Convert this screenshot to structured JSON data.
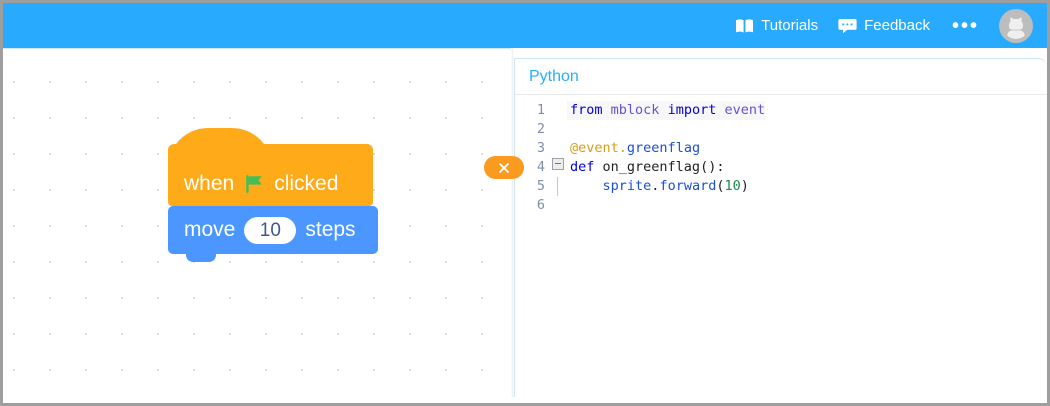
{
  "header": {
    "tutorials": {
      "label": "Tutorials",
      "icon": "book-icon"
    },
    "feedback": {
      "label": "Feedback",
      "icon": "speech-bubble-icon"
    },
    "more": {
      "label": "•••",
      "icon": "more-dots-icon"
    },
    "avatar": {
      "icon": "user-avatar-icon"
    },
    "background_color": "#28aaff"
  },
  "workspace": {
    "blocks": [
      {
        "id": "when-green-flag-clicked",
        "type": "hat",
        "color": "#ffab19",
        "text_before": "when",
        "icon": "green-flag-icon",
        "text_after": "clicked"
      },
      {
        "id": "move-steps",
        "type": "stack",
        "color": "#4c97ff",
        "text_before": "move",
        "input_value": "10",
        "text_after": "steps"
      }
    ],
    "close_button": {
      "icon": "close-x-icon",
      "color": "#fa9b20"
    }
  },
  "code_panel": {
    "title": "Python",
    "title_color": "#29aeff",
    "lines": [
      {
        "n": "1",
        "tokens": [
          {
            "t": "from",
            "c": "kw"
          },
          {
            "t": " ",
            "c": "pun"
          },
          {
            "t": "mblock",
            "c": "mod"
          },
          {
            "t": " ",
            "c": "pun"
          },
          {
            "t": "import",
            "c": "kw"
          },
          {
            "t": " ",
            "c": "pun"
          },
          {
            "t": "event",
            "c": "mod"
          }
        ],
        "highlight": true,
        "fold": false,
        "indent_guide": false
      },
      {
        "n": "2",
        "tokens": [],
        "highlight": false,
        "fold": false,
        "indent_guide": false
      },
      {
        "n": "3",
        "tokens": [
          {
            "t": "@event",
            "c": "dec"
          },
          {
            "t": ".",
            "c": "op"
          },
          {
            "t": "greenflag",
            "c": "attr"
          }
        ],
        "highlight": false,
        "fold": false,
        "indent_guide": false
      },
      {
        "n": "4",
        "tokens": [
          {
            "t": "def",
            "c": "kw"
          },
          {
            "t": " ",
            "c": "pun"
          },
          {
            "t": "on_greenflag",
            "c": "name"
          },
          {
            "t": "():",
            "c": "pun"
          }
        ],
        "highlight": false,
        "fold": true,
        "indent_guide": false
      },
      {
        "n": "5",
        "tokens": [
          {
            "t": "    ",
            "c": "pun"
          },
          {
            "t": "sprite",
            "c": "attr"
          },
          {
            "t": ".",
            "c": "pun"
          },
          {
            "t": "forward",
            "c": "attr"
          },
          {
            "t": "(",
            "c": "pun"
          },
          {
            "t": "10",
            "c": "num"
          },
          {
            "t": ")",
            "c": "pun"
          }
        ],
        "highlight": false,
        "fold": false,
        "indent_guide": true
      },
      {
        "n": "6",
        "tokens": [],
        "highlight": false,
        "fold": false,
        "indent_guide": false
      }
    ]
  }
}
